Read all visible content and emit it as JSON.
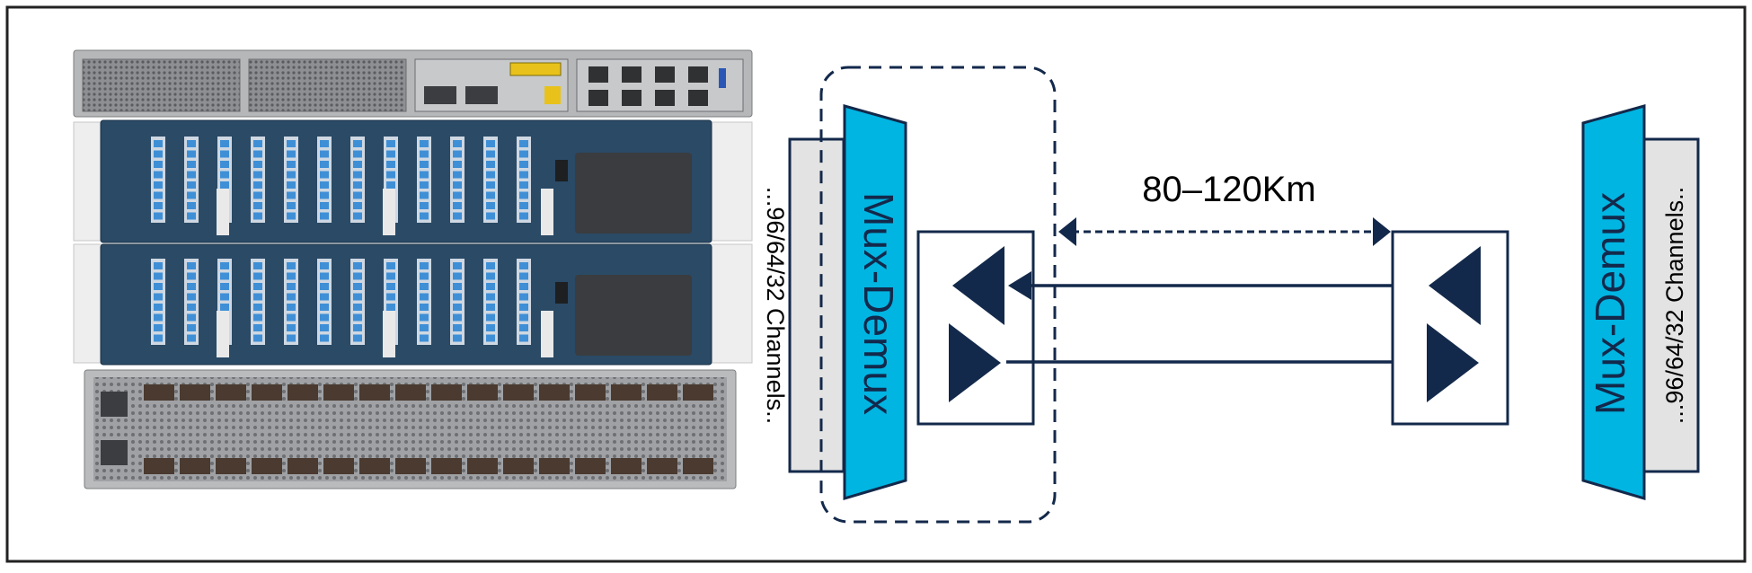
{
  "diagram": {
    "distance_label": "80–120Km",
    "left_channels_label": "...96/64/32 Channels..",
    "right_channels_label": "...96/64/32 Channels..",
    "left_mux_label": "Mux-Demux",
    "right_mux_label": "Mux-Demux"
  },
  "colors": {
    "navy": "#13294b",
    "cyan": "#00b5e2",
    "panel_grey": "#e3e3e3",
    "chassis_blue": "#2a4a66",
    "chassis_grey": "#a9abad"
  },
  "icons": {
    "left_amp_up": "triangle-left-icon",
    "left_amp_down": "triangle-right-icon",
    "right_amp_up": "triangle-left-icon",
    "right_amp_down": "triangle-right-icon"
  }
}
